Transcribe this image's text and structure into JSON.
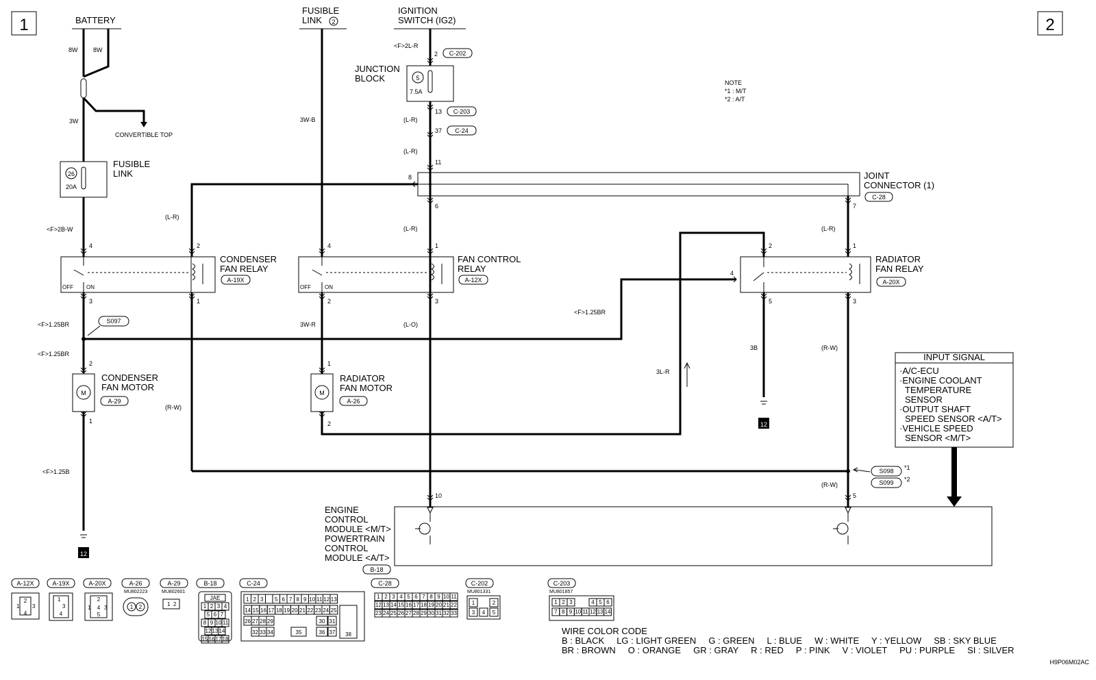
{
  "corner_boxes": [
    "1",
    "2"
  ],
  "sources": {
    "battery": "BATTERY",
    "fusible_link_top": "FUSIBLE\nLINK",
    "fusible_link_top_no": "2",
    "ignition": "IGNITION\nSWITCH (IG2)"
  },
  "wires": {
    "bat_a": "8W",
    "bat_b": "8W",
    "w3w": "3W",
    "conv_top": "CONVERTIBLE TOP",
    "f2bw": "<F>2B-W",
    "lr_left": "(L-R)",
    "f125br_1": "<F>1.25BR",
    "f125br_2": "<F>1.25BR",
    "rw_left": "(R-W)",
    "f125b": "<F>1.25B",
    "w3wb": "3W-B",
    "w3wr": "3W-R",
    "f2lr": "<F>2L-R",
    "lr_1": "(L-R)",
    "lr_2": "(L-R)",
    "lr_3": "(L-R)",
    "lo": "(L-O)",
    "f125br_mid": "<F>1.25BR",
    "l3r": "3L-R",
    "b3": "3B",
    "lr_right": "(L-R)",
    "rw_right1": "(R-W)",
    "rw_right2": "(R-W)"
  },
  "connectors": {
    "c202": "C-202",
    "c203": "C-203",
    "c24": "C-24",
    "c28": "C-28",
    "a19x": "A-19X",
    "a12x": "A-12X",
    "a20x": "A-20X",
    "a29": "A-29",
    "a26": "A-26",
    "b18": "B-18",
    "s097": "S097",
    "s098": "S098",
    "s099": "S099"
  },
  "pins": {
    "p2": "2",
    "p13": "13",
    "p37": "37",
    "p11": "11",
    "p8": "8",
    "p6": "6",
    "p7": "7",
    "cf4": "4",
    "cf2": "2",
    "cf3": "3",
    "cf1": "1",
    "fc4": "4",
    "fc1": "1",
    "fc2": "2",
    "fc3": "3",
    "rf2": "2",
    "rf1": "1",
    "rf4": "4",
    "rf5": "5",
    "rf3": "3",
    "cm2": "2",
    "cm1": "1",
    "rm1": "1",
    "rm2": "2",
    "e10": "10",
    "e5": "5"
  },
  "labels": {
    "junction_block": "JUNCTION\nBLOCK",
    "jb_fuse_no": "5",
    "jb_fuse_amp": "7.5A",
    "fusible_link": "FUSIBLE\nLINK",
    "fl_no": "26",
    "fl_amp": "20A",
    "joint_connector": "JOINT\nCONNECTOR (1)",
    "cond_relay": "CONDENSER\nFAN RELAY",
    "fan_ctrl_relay": "FAN CONTROL\nRELAY",
    "rad_relay": "RADIATOR\nFAN RELAY",
    "cond_motor": "CONDENSER\nFAN MOTOR",
    "rad_motor": "RADIATOR\nFAN MOTOR",
    "off": "OFF",
    "on": "ON",
    "ecm": "ENGINE\nCONTROL\nMODULE <M/T>\nPOWERTRAIN\nCONTROL\nMODULE <A/T>",
    "ground": "12",
    "star1": "*1",
    "star2": "*2"
  },
  "note": {
    "title": "NOTE",
    "l1": "*1 : M/T",
    "l2": "*2 : A/T"
  },
  "input_signal": {
    "title": "INPUT SIGNAL",
    "lines": [
      "·A/C-ECU",
      "·ENGINE COOLANT",
      " TEMPERATURE",
      " SENSOR",
      "·OUTPUT SHAFT",
      " SPEED SENSOR <A/T>",
      "·VEHICLE SPEED",
      " SENSOR <M/T>"
    ]
  },
  "connector_views": {
    "a12x": "A-12X",
    "a19x": "A-19X",
    "a20x": "A-20X",
    "a26": "A-26",
    "a29": "A-29",
    "b18": "B-18",
    "c24": "C-24",
    "c28": "C-28",
    "c202": "C-202",
    "c203": "C-203",
    "mu_a26": "MU802223",
    "mu_a29": "MU802601",
    "mu_c202": "MU801331",
    "mu_c203": "MU801857",
    "jae": "JAE"
  },
  "wire_color_code": {
    "title": "WIRE COLOR CODE",
    "row1": "B : BLACK     LG : LIGHT GREEN     G : GREEN     L : BLUE     W : WHITE     Y : YELLOW     SB : SKY BLUE",
    "row2": "BR : BROWN     O : ORANGE     GR : GRAY     R : RED     P : PINK     V : VIOLET     PU : PURPLE     SI : SILVER"
  },
  "code": "H9P06M02AC"
}
